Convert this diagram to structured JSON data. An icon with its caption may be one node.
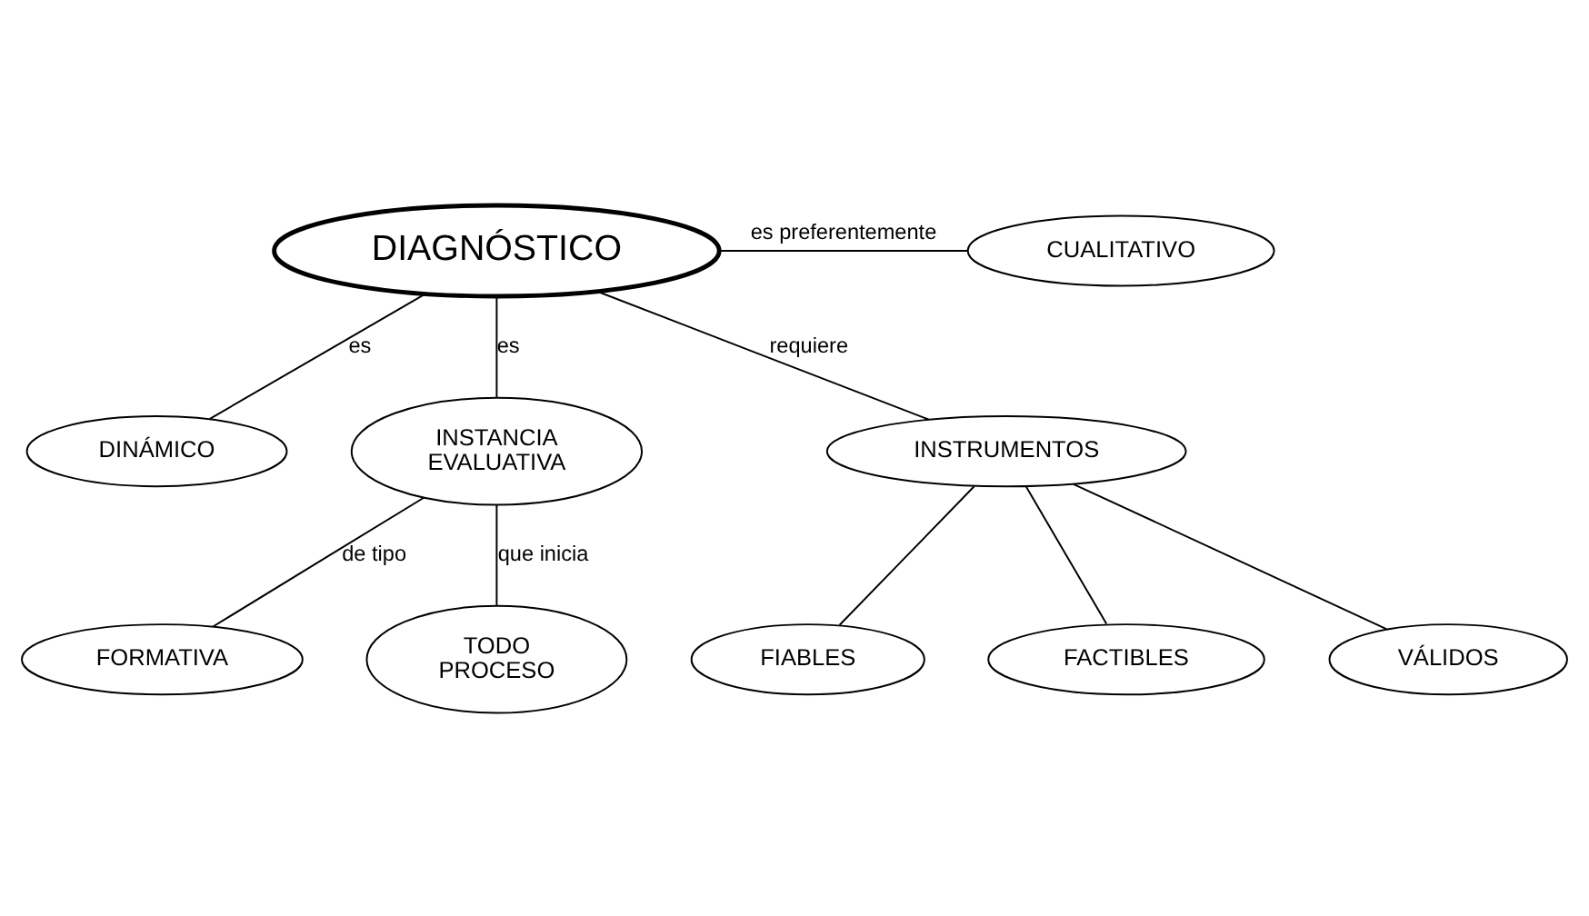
{
  "diagram": {
    "nodes": [
      {
        "text": [
          "DIAGNÓSTICO"
        ]
      },
      {
        "text": [
          "CUALITATIVO"
        ]
      },
      {
        "text": [
          "DINÁMICO"
        ]
      },
      {
        "text": [
          "INSTANCIA EVALUATIVA"
        ]
      },
      {
        "text": [
          "INSTRUMENTOS"
        ]
      },
      {
        "text": [
          "FIABLES"
        ]
      },
      {
        "text": [
          "FACTIBLES"
        ]
      },
      {
        "text": [
          "VÁLIDOS"
        ]
      },
      {
        "text": [
          "FORMATIVA"
        ]
      },
      {
        "text": [
          "TODO PROCESO"
        ]
      }
    ],
    "edges": [
      {
        "from": 0,
        "to": 1,
        "arrow": "none",
        "label": "es preferentemente"
      },
      {
        "from": 0,
        "to": 2,
        "arrow": "none",
        "label": "es"
      },
      {
        "from": 0,
        "to": 3,
        "arrow": "none",
        "label": "es"
      },
      {
        "from": 0,
        "to": 4,
        "arrow": "none",
        "label": "requiere"
      },
      {
        "from": 4,
        "to": 5,
        "arrow": "none"
      },
      {
        "from": 4,
        "to": 6,
        "arrow": "none"
      },
      {
        "from": 4,
        "to": 7,
        "arrow": "none"
      },
      {
        "from": 3,
        "to": 8,
        "arrow": "none",
        "label": "de tipo"
      },
      {
        "from": 3,
        "to": 9,
        "arrow": "none",
        "label": "que inicia"
      }
    ]
  }
}
